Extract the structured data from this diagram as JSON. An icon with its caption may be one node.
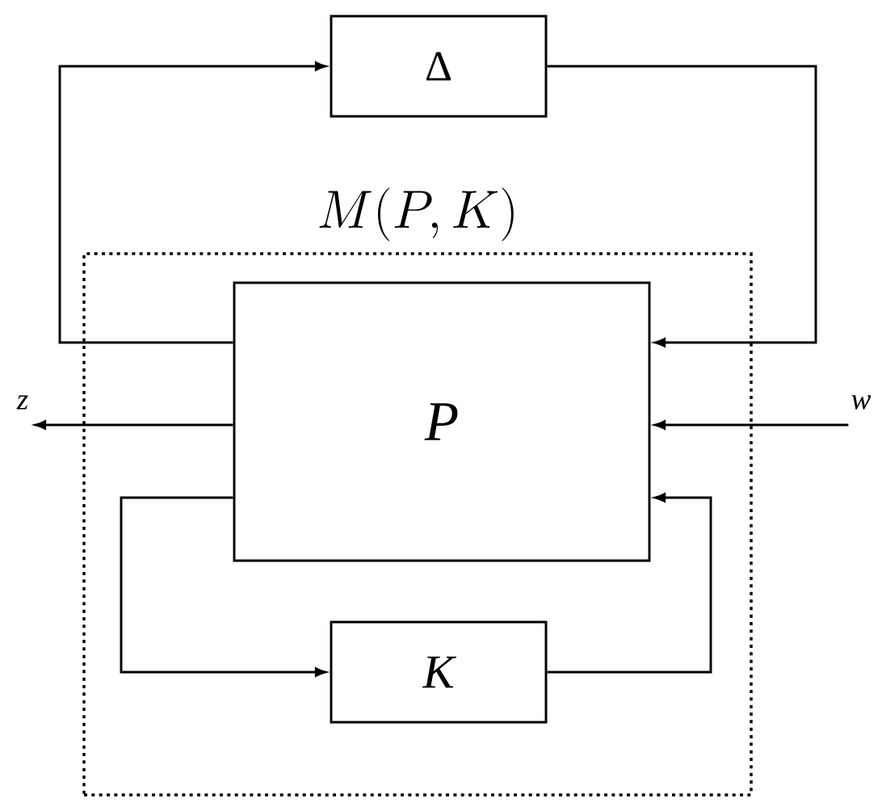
{
  "diagram": {
    "nodes": [
      {
        "text": [
          "Δ"
        ]
      },
      {
        "text": [
          "M(P,K)"
        ]
      },
      {
        "text": [
          "P"
        ],
        "in": 1
      },
      {
        "text": [
          "K"
        ],
        "in": 1
      },
      {
        "text": [
          "z"
        ]
      },
      {
        "text": [
          "w"
        ]
      }
    ],
    "edges": [
      {
        "from": 2,
        "to": 0,
        "arrow": "to"
      },
      {
        "from": 0,
        "to": 2,
        "arrow": "to"
      },
      {
        "from": 2,
        "to": 4,
        "arrow": "to"
      },
      {
        "from": 5,
        "to": 2,
        "arrow": "to"
      },
      {
        "from": 2,
        "to": 3,
        "arrow": "to"
      },
      {
        "from": 3,
        "to": 2,
        "arrow": "to"
      }
    ]
  }
}
